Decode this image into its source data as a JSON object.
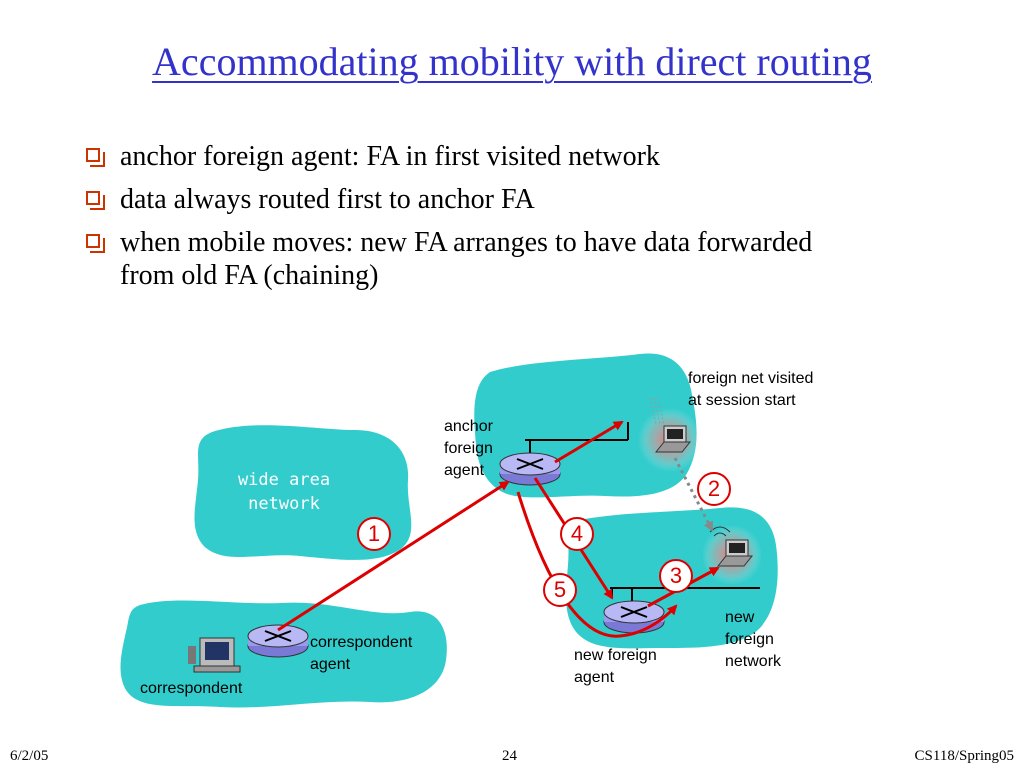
{
  "slide": {
    "title": "Accommodating mobility with direct routing",
    "bullets": [
      "anchor foreign agent: FA in first visited network",
      "data always routed first to anchor FA",
      "when mobile moves: new FA arranges to have data forwarded from old FA (chaining)"
    ]
  },
  "diagram": {
    "labels": {
      "foreign_net_line1": "foreign net  visited",
      "foreign_net_line2": "at session start",
      "anchor_line1": "anchor",
      "anchor_line2": "foreign",
      "anchor_line3": "agent",
      "wan_line1": "wide area",
      "wan_line2": "network",
      "correspondent_agent_line1": "correspondent",
      "correspondent_agent_line2": "agent",
      "correspondent": "correspondent",
      "new_fa_line1": "new foreign",
      "new_fa_line2": "agent",
      "new_net_line1": "new",
      "new_net_line2": "foreign",
      "new_net_line3": "network"
    },
    "steps": [
      "1",
      "2",
      "3",
      "4",
      "5"
    ],
    "colors": {
      "network": "#33cccc",
      "arrow": "#dd0000",
      "title": "#3333cc",
      "bullet": "#cc3300"
    }
  },
  "footer": {
    "date": "6/2/05",
    "page": "24",
    "course": "CS118/Spring05"
  }
}
